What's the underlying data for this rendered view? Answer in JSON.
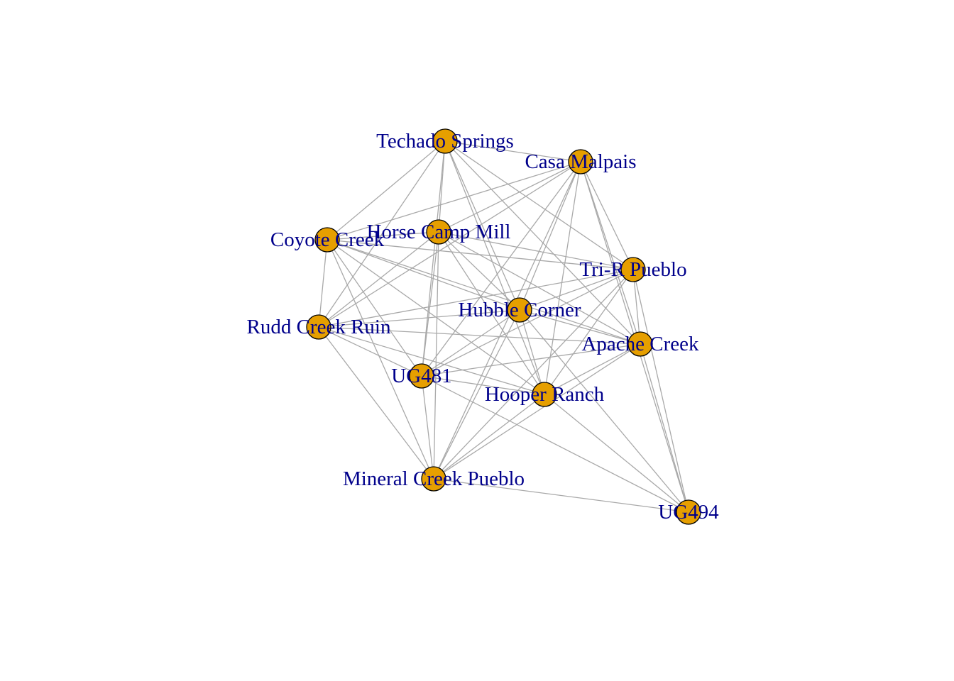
{
  "graph": {
    "node_color": "#E69F00",
    "node_border_color": "#000000",
    "edge_color": "#A9A9A9",
    "label_color": "#00008B",
    "nodes": [
      {
        "id": "techado",
        "label": "Techado Springs"
      },
      {
        "id": "casa",
        "label": "Casa Malpais"
      },
      {
        "id": "horse",
        "label": "Horse Camp Mill"
      },
      {
        "id": "coyote",
        "label": "Coyote Creek"
      },
      {
        "id": "trir",
        "label": "Tri-R Pueblo"
      },
      {
        "id": "hubble",
        "label": "Hubble Corner"
      },
      {
        "id": "rudd",
        "label": "Rudd Creek Ruin"
      },
      {
        "id": "apache",
        "label": "Apache Creek"
      },
      {
        "id": "ug481",
        "label": "UG481"
      },
      {
        "id": "hooper",
        "label": "Hooper Ranch"
      },
      {
        "id": "mineral",
        "label": "Mineral Creek Pueblo"
      },
      {
        "id": "ug494",
        "label": "UG494"
      }
    ],
    "edges": [
      [
        "techado",
        "casa"
      ],
      [
        "techado",
        "horse"
      ],
      [
        "techado",
        "coyote"
      ],
      [
        "techado",
        "rudd"
      ],
      [
        "techado",
        "hubble"
      ],
      [
        "techado",
        "apache"
      ],
      [
        "techado",
        "hooper"
      ],
      [
        "techado",
        "trir"
      ],
      [
        "techado",
        "ug481"
      ],
      [
        "casa",
        "coyote"
      ],
      [
        "casa",
        "horse"
      ],
      [
        "casa",
        "trir"
      ],
      [
        "casa",
        "apache"
      ],
      [
        "casa",
        "hubble"
      ],
      [
        "casa",
        "rudd"
      ],
      [
        "casa",
        "ug481"
      ],
      [
        "casa",
        "hooper"
      ],
      [
        "casa",
        "mineral"
      ],
      [
        "casa",
        "ug494"
      ],
      [
        "horse",
        "coyote"
      ],
      [
        "horse",
        "trir"
      ],
      [
        "horse",
        "rudd"
      ],
      [
        "horse",
        "hubble"
      ],
      [
        "horse",
        "apache"
      ],
      [
        "horse",
        "ug481"
      ],
      [
        "horse",
        "hooper"
      ],
      [
        "horse",
        "mineral"
      ],
      [
        "coyote",
        "trir"
      ],
      [
        "coyote",
        "rudd"
      ],
      [
        "coyote",
        "hubble"
      ],
      [
        "coyote",
        "apache"
      ],
      [
        "coyote",
        "ug481"
      ],
      [
        "coyote",
        "hooper"
      ],
      [
        "coyote",
        "mineral"
      ],
      [
        "trir",
        "hubble"
      ],
      [
        "trir",
        "rudd"
      ],
      [
        "trir",
        "apache"
      ],
      [
        "trir",
        "ug481"
      ],
      [
        "trir",
        "hooper"
      ],
      [
        "trir",
        "mineral"
      ],
      [
        "trir",
        "ug494"
      ],
      [
        "hubble",
        "rudd"
      ],
      [
        "hubble",
        "apache"
      ],
      [
        "hubble",
        "ug481"
      ],
      [
        "hubble",
        "hooper"
      ],
      [
        "hubble",
        "mineral"
      ],
      [
        "hubble",
        "ug494"
      ],
      [
        "rudd",
        "apache"
      ],
      [
        "rudd",
        "ug481"
      ],
      [
        "rudd",
        "hooper"
      ],
      [
        "rudd",
        "mineral"
      ],
      [
        "apache",
        "ug481"
      ],
      [
        "apache",
        "hooper"
      ],
      [
        "apache",
        "mineral"
      ],
      [
        "apache",
        "ug494"
      ],
      [
        "ug481",
        "hooper"
      ],
      [
        "ug481",
        "mineral"
      ],
      [
        "ug481",
        "ug494"
      ],
      [
        "hooper",
        "mineral"
      ],
      [
        "hooper",
        "ug494"
      ],
      [
        "mineral",
        "ug494"
      ]
    ]
  }
}
